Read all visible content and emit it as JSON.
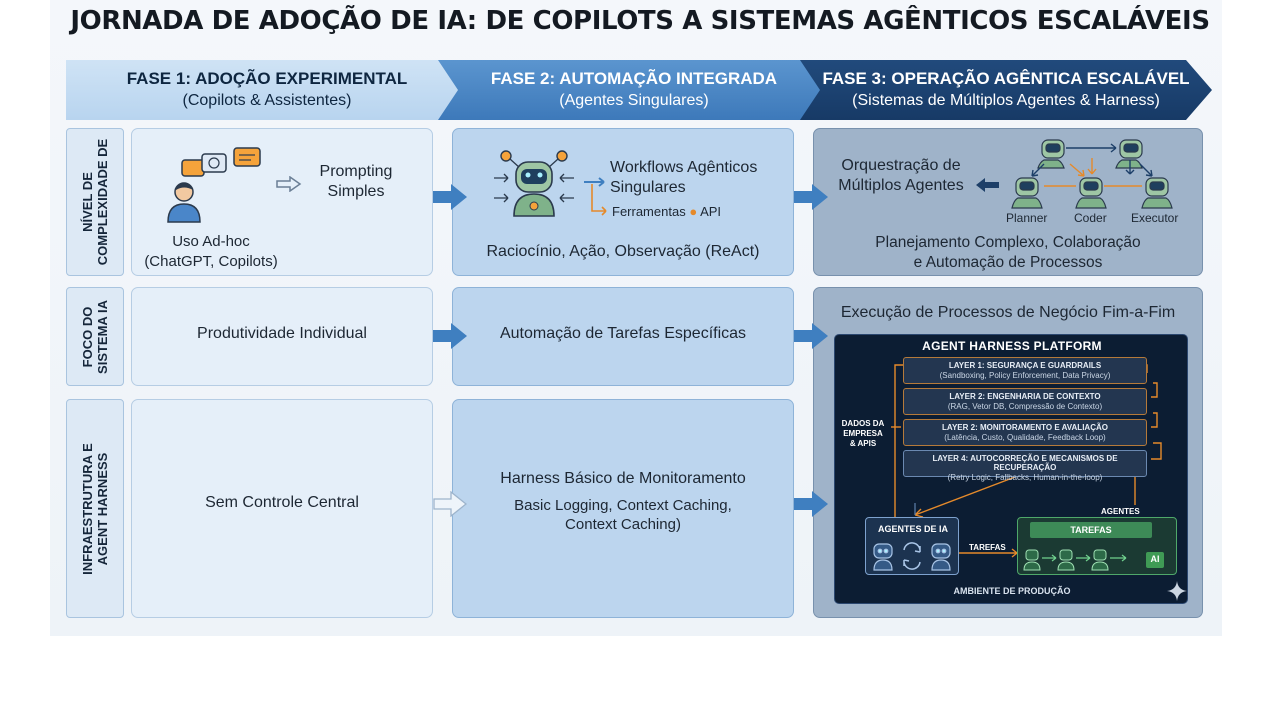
{
  "title": "JORNADA DE ADOÇÃO DE IA: DE COPILOTS A SISTEMAS AGÊNTICOS ESCALÁVEIS",
  "phases": [
    {
      "title": "FASE 1: ADOÇÃO EXPERIMENTAL",
      "subtitle": "(Copilots & Assistentes)"
    },
    {
      "title": "FASE 2: AUTOMAÇÃO INTEGRADA",
      "subtitle": "(Agentes Singulares)"
    },
    {
      "title": "FASE 3: OPERAÇÃO AGÊNTICA ESCALÁVEL",
      "subtitle": "(Sistemas de Múltiplos Agentes & Harness)"
    }
  ],
  "rows": [
    {
      "label_line1": "NÍVEL DE",
      "label_line2": "COMPLEXIDADE DE"
    },
    {
      "label_line1": "FOCO DO",
      "label_line2": "SISTEMA IA"
    },
    {
      "label_line1": "INFRAESTRUTURA E",
      "label_line2": "AGENT HARNESS"
    }
  ],
  "row1": {
    "phase1": {
      "prompting_line1": "Prompting",
      "prompting_line2": "Simples",
      "usage_line1": "Uso Ad-hoc",
      "usage_line2": "(ChatGPT, Copilots)"
    },
    "phase2": {
      "workflow_line1": "Workflows Agênticos",
      "workflow_line2": "Singulares",
      "tools": "Ferramentas",
      "api": "API",
      "react": "Raciocínio, Ação, Observação (ReAct)"
    },
    "phase3": {
      "orch_line1": "Orquestração de",
      "orch_line2": "Múltiplos Agentes",
      "planner": "Planner",
      "coder": "Coder",
      "executor": "Executor",
      "desc_line1": "Planejamento Complexo, Colaboração",
      "desc_line2": "e Automação de Processos"
    }
  },
  "row2": {
    "phase1": "Produtividade Individual",
    "phase2": "Automação de Tarefas Específicas",
    "phase3": "Execução de Processos de Negócio Fim-a-Fim"
  },
  "row3": {
    "phase1": "Sem Controle Central",
    "phase2": {
      "title": "Harness Básico de Monitoramento",
      "line1": "Basic Logging, Context Caching,",
      "line2": "Context Caching)"
    }
  },
  "harness": {
    "title": "AGENT HARNESS PLATFORM",
    "layers": [
      {
        "title": "LAYER 1: SEGURANÇA E GUARDRAILS",
        "sub": "(Sandboxing, Policy Enforcement, Data Privacy)"
      },
      {
        "title": "LAYER 2: ENGENHARIA DE CONTEXTO",
        "sub": "(RAG, Vetor DB, Compressão de Contexto)"
      },
      {
        "title": "LAYER 2: MONITORAMENTO E AVALIAÇÃO",
        "sub": "(Latência, Custo, Qualidade, Feedback Loop)"
      },
      {
        "title": "LAYER 4: AUTOCORREÇÃO E MECANISMOS DE RECUPERAÇÃO",
        "sub": "(Retry Logic, Fallbacks, Human-in-the-loop)"
      }
    ],
    "dados_line1": "DADOS DA",
    "dados_line2": "EMPRESA",
    "dados_line3": "& APIS",
    "agents_box": "AGENTES DE IA",
    "tasks_box": "TAREFAS",
    "agents_label": "AGENTES",
    "tasks_label": "TAREFAS",
    "ai_badge": "AI",
    "environment": "AMBIENTE DE PRODUÇÃO"
  },
  "colors": {
    "phase1": "#b8d4ef",
    "phase2": "#3d79ba",
    "phase3": "#173a66",
    "arrow": "#3f7fc0",
    "orange": "#e58a2b",
    "harness_bg": "#0c1d33"
  },
  "icons": [
    "user-icon",
    "chat-bubbles-icon",
    "robot-icon",
    "arrow-right-icon",
    "multi-agent-robots-icon",
    "database-icon",
    "sparkle-icon"
  ]
}
